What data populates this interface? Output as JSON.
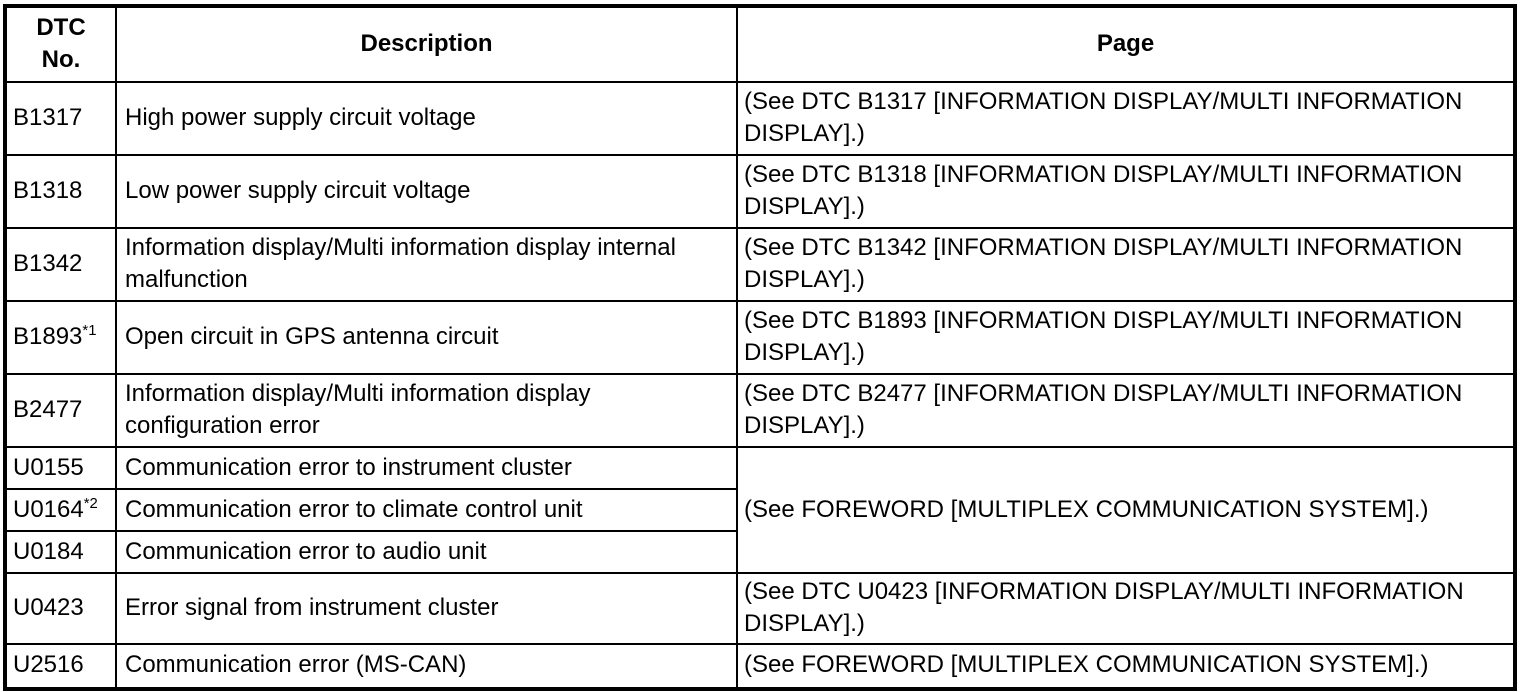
{
  "table": {
    "headers": {
      "dtc_no": "DTC\nNo.",
      "description": "Description",
      "page": "Page"
    },
    "rows": [
      {
        "dtc": "B1317",
        "note": "",
        "description": "High power supply circuit voltage",
        "page": "(See DTC B1317 [INFORMATION DISPLAY/MULTI INFORMATION DISPLAY].)"
      },
      {
        "dtc": "B1318",
        "note": "",
        "description": "Low power supply circuit voltage",
        "page": "(See DTC B1318 [INFORMATION DISPLAY/MULTI INFORMATION DISPLAY].)"
      },
      {
        "dtc": "B1342",
        "note": "",
        "description": "Information display/Multi information display internal malfunction",
        "page": "(See DTC B1342 [INFORMATION DISPLAY/MULTI INFORMATION DISPLAY].)"
      },
      {
        "dtc": "B1893",
        "note": "*1",
        "description": "Open circuit in GPS antenna circuit",
        "page": "(See DTC B1893 [INFORMATION DISPLAY/MULTI INFORMATION DISPLAY].)"
      },
      {
        "dtc": "B2477",
        "note": "",
        "description": "Information display/Multi information display configuration error",
        "page": "(See DTC B2477 [INFORMATION DISPLAY/MULTI INFORMATION DISPLAY].)"
      },
      {
        "dtc": "U0155",
        "note": "",
        "description": "Communication error to instrument cluster",
        "page": "(See FOREWORD [MULTIPLEX COMMUNICATION SYSTEM].)",
        "page_rowspan": 3
      },
      {
        "dtc": "U0164",
        "note": "*2",
        "description": "Communication error to climate control unit",
        "page": ""
      },
      {
        "dtc": "U0184",
        "note": "",
        "description": "Communication error to audio unit",
        "page": ""
      },
      {
        "dtc": "U0423",
        "note": "",
        "description": "Error signal from instrument cluster",
        "page": "(See DTC U0423 [INFORMATION DISPLAY/MULTI INFORMATION DISPLAY].)"
      },
      {
        "dtc": "U2516",
        "note": "",
        "description": "Communication error (MS-CAN)",
        "page": "(See FOREWORD [MULTIPLEX COMMUNICATION SYSTEM].)"
      }
    ],
    "colors": {
      "border": "#000000",
      "text": "#000000",
      "background": "#ffffff"
    }
  }
}
